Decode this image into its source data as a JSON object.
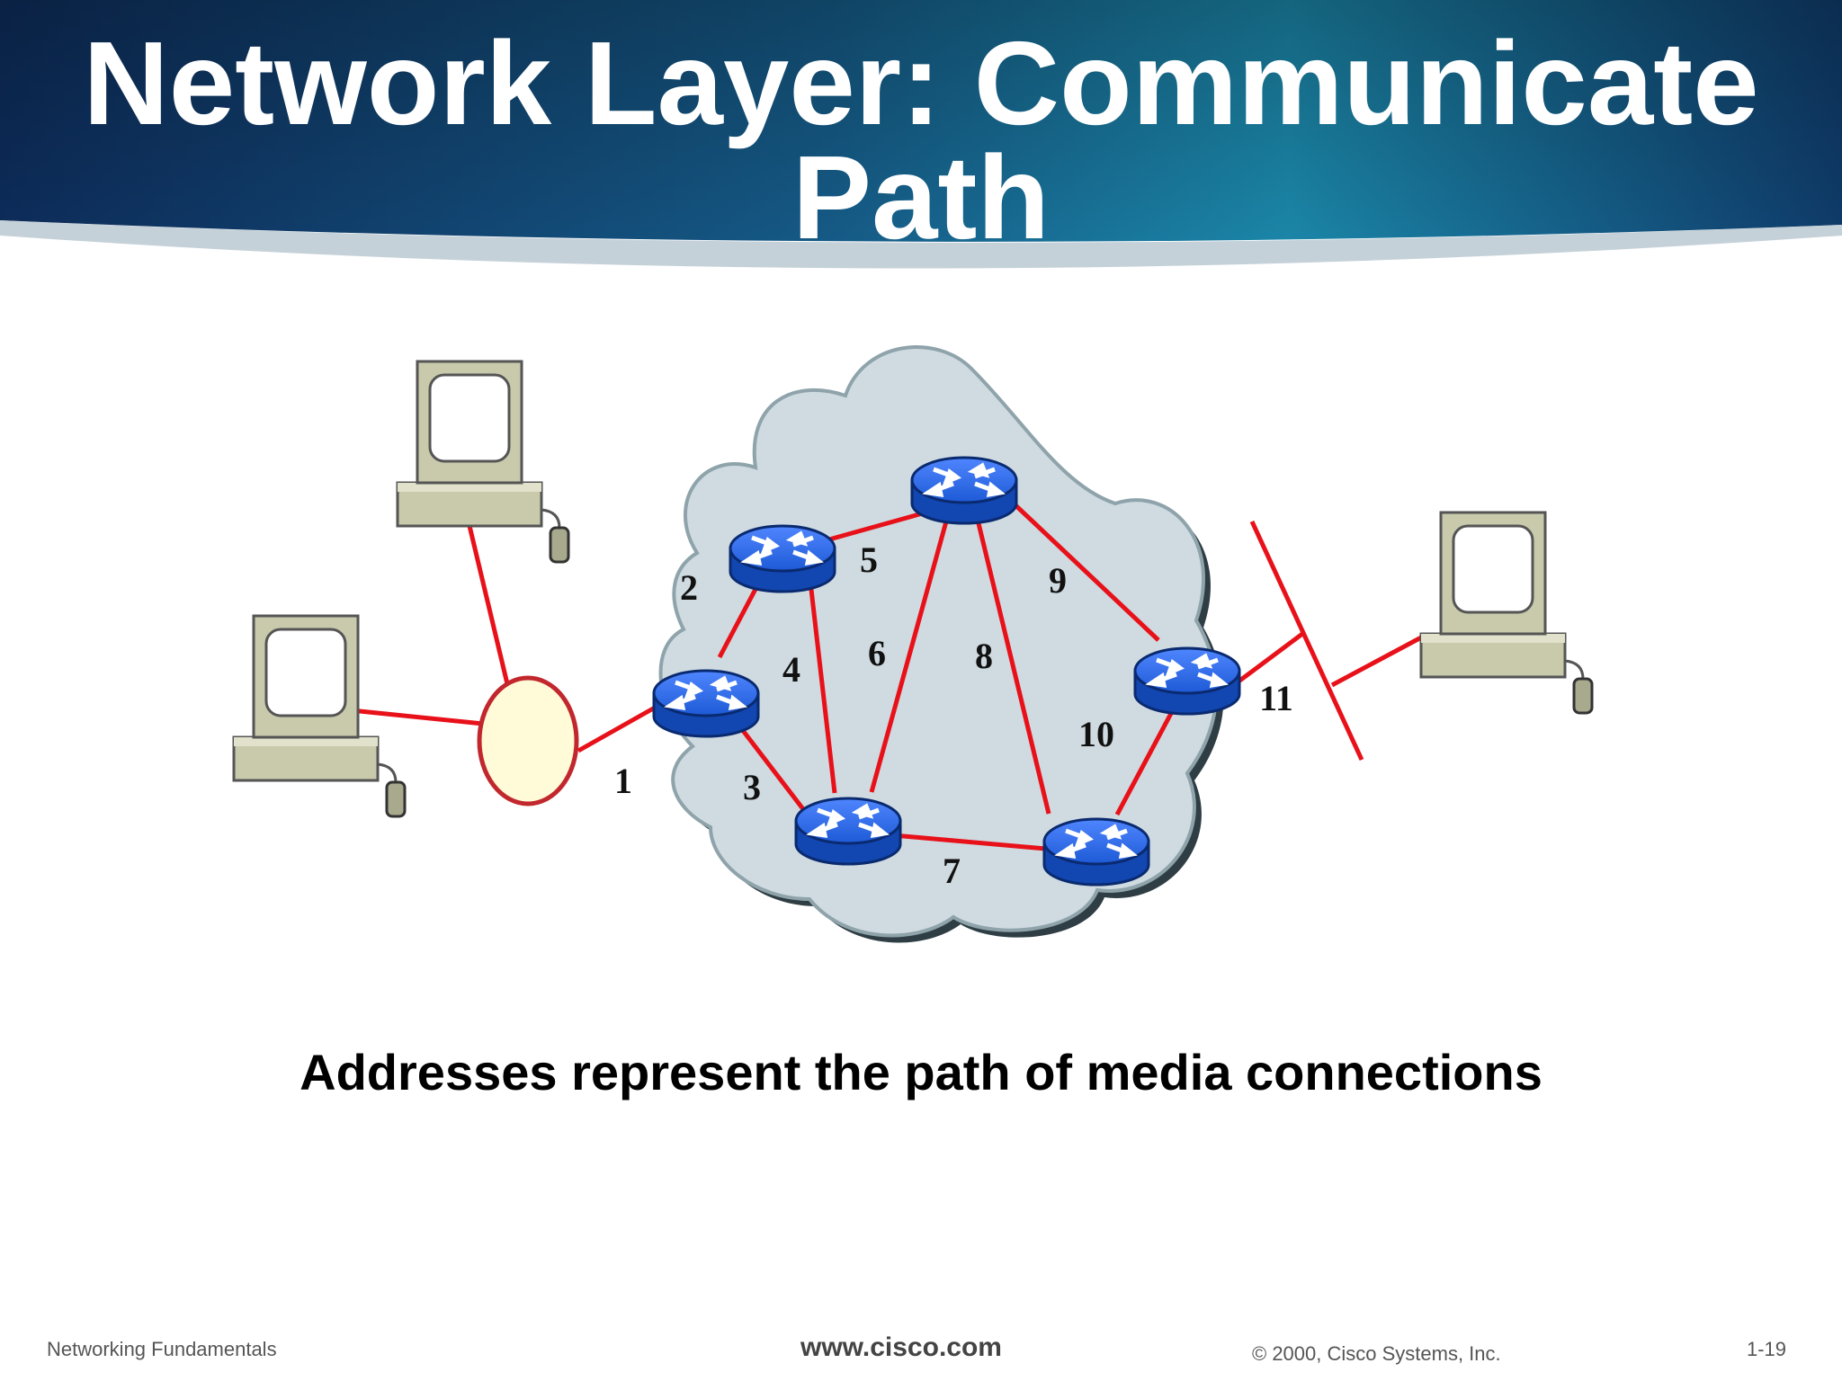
{
  "slide": {
    "title_line1": "Network Layer: Communicate",
    "title_line2": "Path",
    "caption": "Addresses represent the path of media connections"
  },
  "diagram": {
    "link_labels": [
      "1",
      "2",
      "3",
      "4",
      "5",
      "6",
      "7",
      "8",
      "9",
      "10",
      "11"
    ],
    "colors": {
      "link": "#e8111a",
      "router": "#1e5ad6",
      "cloud": "#cfdbe0",
      "hub": "#fffbd8",
      "computer": "#c9c9ac"
    }
  },
  "footer": {
    "left": "Networking Fundamentals",
    "center": "www.cisco.com",
    "copyright": "© 2000, Cisco Systems, Inc.",
    "page": "1-19"
  }
}
